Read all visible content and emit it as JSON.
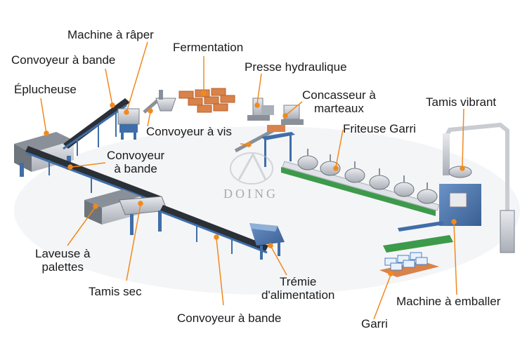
{
  "labels": {
    "machine_raper": "Machine à râper",
    "fermentation": "Fermentation",
    "convoyeur_bande_top": "Convoyeur à bande",
    "presse_hydraulique": "Presse hydraulique",
    "eplucheuse": "Éplucheuse",
    "concasseur_1": "Concasseur à",
    "concasseur_2": "marteaux",
    "tamis_vibrant": "Tamis vibrant",
    "convoyeur_vis": "Convoyeur à vis",
    "friteuse_garri": "Friteuse Garri",
    "convoyeur_mid_1": "Convoyeur",
    "convoyeur_mid_2": "à bande",
    "laveuse_1": "Laveuse à",
    "laveuse_2": "palettes",
    "tamis_sec": "Tamis sec",
    "tremie_1": "Trémie",
    "tremie_2": "d'alimentation",
    "machine_emballer": "Machine à emballer",
    "garri": "Garri",
    "convoyeur_bottom": "Convoyeur à bande"
  },
  "logo_text": "DOING",
  "colors": {
    "frame": "#3f6ea8",
    "belt": "#2b2f36",
    "steel": "#c9ccd1",
    "leader": "#f08a1c",
    "green": "#3d9a4a",
    "pallet": "#d9824a"
  }
}
